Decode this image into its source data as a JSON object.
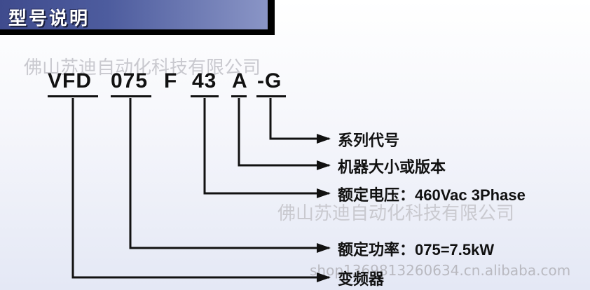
{
  "header": {
    "title": "型号说明"
  },
  "watermarks": {
    "top": "佛山苏迪自动化科技有限公司",
    "middle": "佛山苏迪自动化科技有限公司",
    "bottom": "shop1369813260634.cn.alibaba.com"
  },
  "model_code": {
    "segments": [
      "VFD",
      "075",
      "F",
      "43",
      "A",
      "-G"
    ]
  },
  "explanations": [
    {
      "segment": "-G",
      "label": "系列代号"
    },
    {
      "segment": "A",
      "label": "机器大小或版本"
    },
    {
      "segment": "43",
      "label": "额定电压：460Vac 3Phase"
    },
    {
      "segment": "075",
      "label": "额定功率：075=7.5kW"
    },
    {
      "segment": "VFD",
      "label": "变频器"
    }
  ]
}
